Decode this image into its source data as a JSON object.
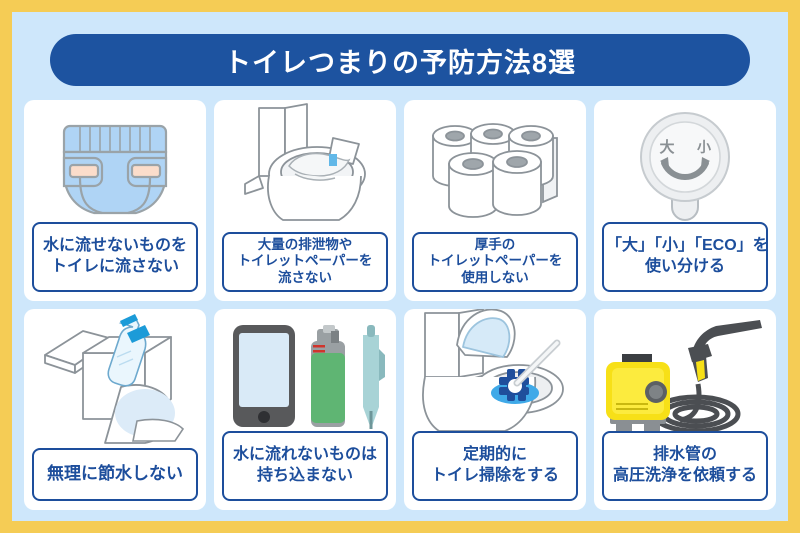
{
  "theme": {
    "outer_border_color": "#F5CC55",
    "panel_bg_color": "#CEE7FB",
    "title_bar_color": "#1D53A0",
    "title_text_color": "#FFFFFF",
    "card_bg_color": "#FFFFFF",
    "label_border_color": "#1D4E9C",
    "label_text_color": "#1D4E9C",
    "accent_yellow": "#F7E017",
    "accent_green": "#5FB573",
    "accent_lightblue": "#AFD4F5"
  },
  "header": {
    "title": "トイレつまりの予防方法8選"
  },
  "cards": [
    {
      "id": 1,
      "icon": "diaper-icon",
      "lines": [
        "水に流せないものを",
        "トイレに流さない"
      ]
    },
    {
      "id": 2,
      "icon": "toilet-with-paper-icon",
      "lines": [
        "大量の排泄物や",
        "トイレットペーパーを",
        "流さない"
      ]
    },
    {
      "id": 3,
      "icon": "toilet-paper-rolls-icon",
      "lines": [
        "厚手の",
        "トイレットペーパーを",
        "使用しない"
      ]
    },
    {
      "id": 4,
      "icon": "flush-lever-icon",
      "lines": [
        "「大」「小」「ECO」を",
        "使い分ける"
      ],
      "glyphs": {
        "large": "大",
        "small": "小"
      }
    },
    {
      "id": 5,
      "icon": "tank-with-bottle-icon",
      "lines": [
        "無理に節水しない"
      ]
    },
    {
      "id": 6,
      "icon": "phone-lighter-pen-icon",
      "lines": [
        "水に流れないものは",
        "持ち込まない"
      ]
    },
    {
      "id": 7,
      "icon": "toilet-brush-icon",
      "lines": [
        "定期的に",
        "トイレ掃除をする"
      ]
    },
    {
      "id": 8,
      "icon": "pressure-washer-icon",
      "lines": [
        "排水管の",
        "高圧洗浄を依頼する"
      ]
    }
  ]
}
